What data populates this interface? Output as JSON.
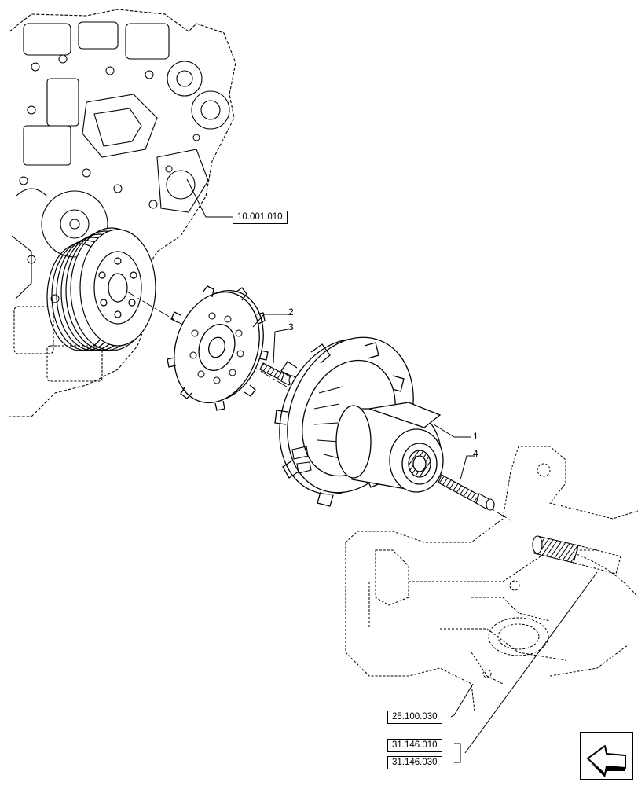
{
  "references": {
    "engine": "10.001.010",
    "frame": "25.100.030",
    "shaft_a": "31.146.010",
    "shaft_b": "31.146.030"
  },
  "callouts": {
    "hub": "1",
    "plate": "2",
    "plate_bolt": "3",
    "hub_bolt": "4"
  },
  "icons": {
    "nav": "arrow-back-icon"
  }
}
